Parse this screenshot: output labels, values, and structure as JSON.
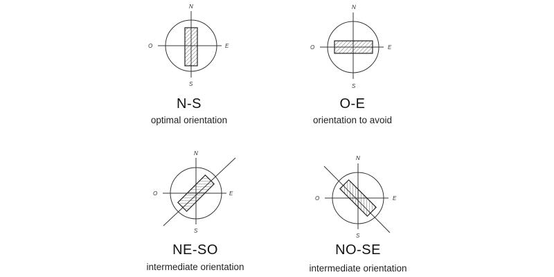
{
  "diagrams": [
    {
      "title": "N-S",
      "caption": "optimal orientation",
      "labels": {
        "n": "N",
        "s": "S",
        "e": "E",
        "o": "O"
      },
      "building_rotation_deg": 0,
      "diagonal_line": "none"
    },
    {
      "title": "O-E",
      "caption": "orientation to avoid",
      "labels": {
        "n": "N",
        "s": "S",
        "e": "E",
        "o": "O"
      },
      "building_rotation_deg": 90,
      "diagonal_line": "none"
    },
    {
      "title": "NE-SO",
      "caption": "intermediate orientation",
      "labels": {
        "n": "N",
        "s": "S",
        "e": "E",
        "o": "O"
      },
      "building_rotation_deg": 45,
      "diagonal_line": "NE-SW"
    },
    {
      "title": "NO-SE",
      "caption": "intermediate orientation",
      "labels": {
        "n": "N",
        "s": "S",
        "e": "E",
        "o": "O"
      },
      "building_rotation_deg": -45,
      "diagonal_line": "NW-SE"
    }
  ]
}
